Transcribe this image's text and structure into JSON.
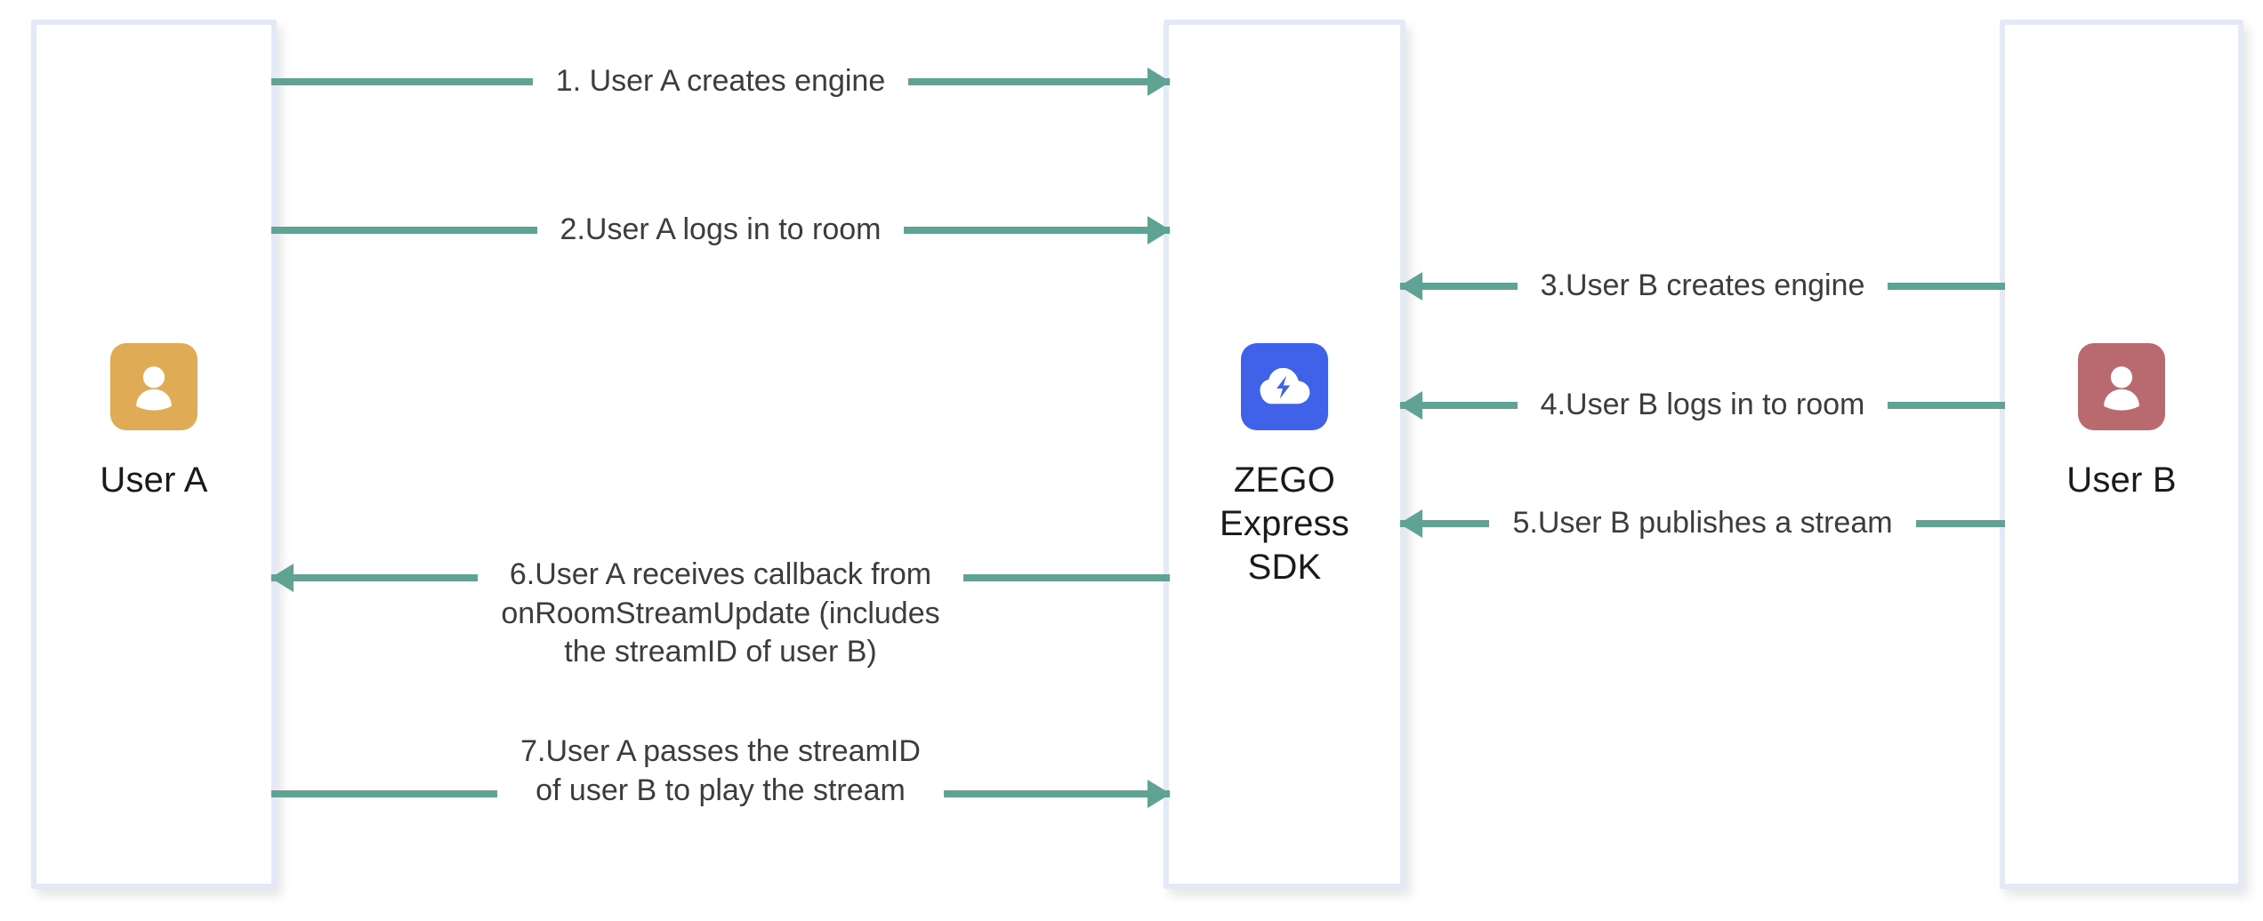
{
  "diagram": {
    "type": "sequence-diagram",
    "title": "ZEGO Express SDK publish/play stream flow",
    "colors": {
      "arrow": "#5fa395",
      "box_border": "#e4e9f7",
      "text": "#3c3c3c",
      "actor_label_text": "#1a1a1a",
      "user_a_icon_bg": "#e0ab55",
      "user_b_icon_bg": "#b86a6e",
      "sdk_icon_bg": "#3f62e8",
      "background": "#ffffff"
    }
  },
  "actors": [
    {
      "id": "user-a",
      "label": "User A",
      "icon": "person-icon",
      "icon_color": "#e0ab55"
    },
    {
      "id": "zego-express-sdk",
      "label": "ZEGO\nExpress\nSDK",
      "icon": "cloud-bolt-icon",
      "icon_color": "#3f62e8"
    },
    {
      "id": "user-b",
      "label": "User B",
      "icon": "person-icon",
      "icon_color": "#b86a6e"
    }
  ],
  "messages": [
    {
      "step": "1",
      "text": "1. User A creates engine",
      "from": "user-a",
      "to": "zego-express-sdk",
      "direction": "right",
      "lines": 1
    },
    {
      "step": "2",
      "text": "2.User A logs in to room",
      "from": "user-a",
      "to": "zego-express-sdk",
      "direction": "right",
      "lines": 1
    },
    {
      "step": "3",
      "text": "3.User B creates engine",
      "from": "user-b",
      "to": "zego-express-sdk",
      "direction": "left",
      "lines": 1
    },
    {
      "step": "4",
      "text": "4.User B logs in to room",
      "from": "user-b",
      "to": "zego-express-sdk",
      "direction": "left",
      "lines": 1
    },
    {
      "step": "5",
      "text": "5.User B publishes a stream",
      "from": "user-b",
      "to": "zego-express-sdk",
      "direction": "left",
      "lines": 1
    },
    {
      "step": "6",
      "text": "6.User A receives callback from\nonRoomStreamUpdate (includes\nthe streamID of user B)",
      "from": "zego-express-sdk",
      "to": "user-a",
      "direction": "left",
      "lines": 3
    },
    {
      "step": "7",
      "text": "7.User A passes the streamID\nof user B to play the stream",
      "from": "user-a",
      "to": "zego-express-sdk",
      "direction": "right",
      "lines": 2
    }
  ]
}
